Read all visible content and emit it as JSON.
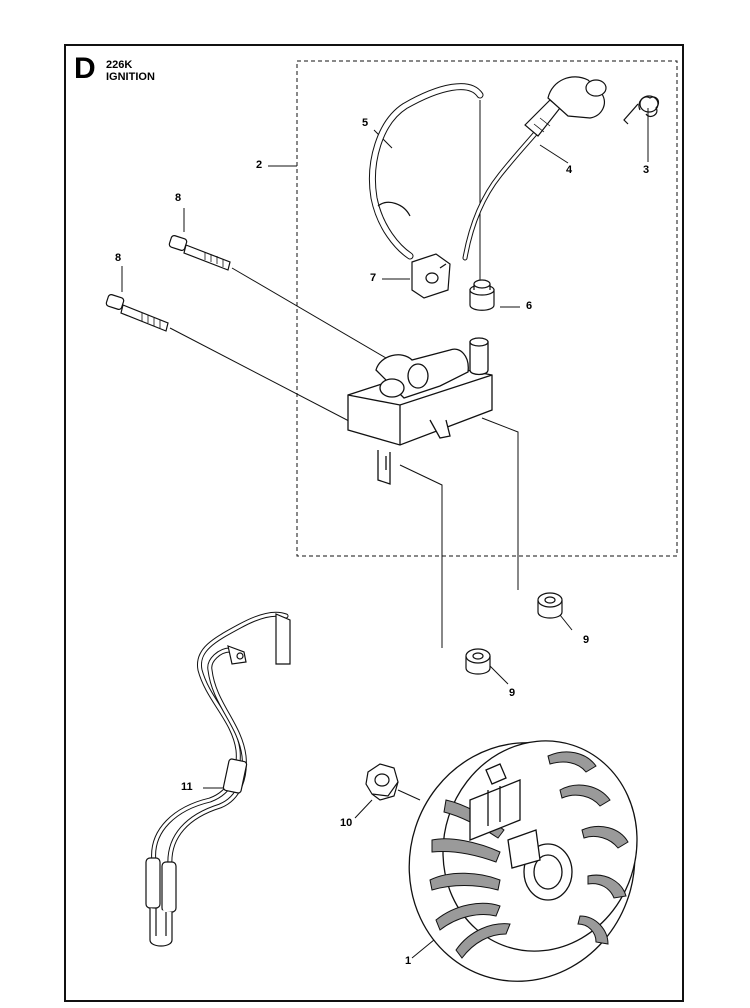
{
  "header": {
    "section_letter": "D",
    "model": "226K",
    "title": "IGNITION"
  },
  "callouts": [
    {
      "id": "1",
      "label": "1"
    },
    {
      "id": "2",
      "label": "2"
    },
    {
      "id": "3",
      "label": "3"
    },
    {
      "id": "4",
      "label": "4"
    },
    {
      "id": "5",
      "label": "5"
    },
    {
      "id": "6",
      "label": "6"
    },
    {
      "id": "7",
      "label": "7"
    },
    {
      "id": "8a",
      "label": "8"
    },
    {
      "id": "8b",
      "label": "8"
    },
    {
      "id": "9a",
      "label": "9"
    },
    {
      "id": "9b",
      "label": "9"
    },
    {
      "id": "10",
      "label": "10"
    },
    {
      "id": "11",
      "label": "11"
    }
  ],
  "colors": {
    "ink": "#111111",
    "shade": "#9a9a9a",
    "fill": "#ffffff"
  }
}
